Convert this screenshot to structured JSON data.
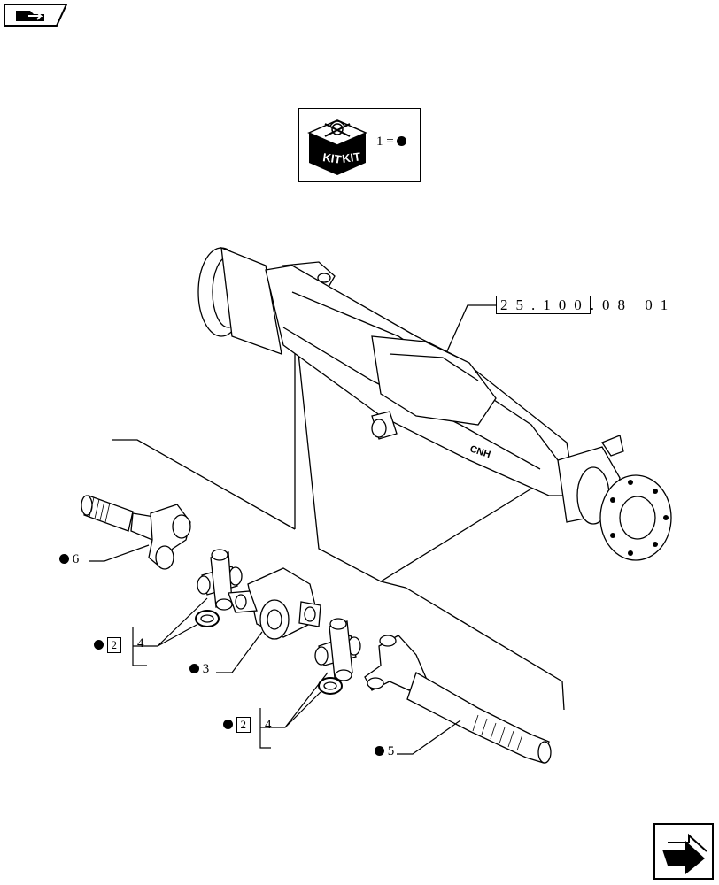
{
  "nav": {
    "prev_icon": "folder-back-icon",
    "next_icon": "next-page-arrow-icon"
  },
  "kit": {
    "box_text_left": "KIT",
    "box_text_right": "KIT",
    "number": "1",
    "equals": "="
  },
  "reference": {
    "section": "25.100",
    "suffix": ".08 01"
  },
  "callouts": {
    "item_6": "6",
    "item_2a_box": "2",
    "item_4a": "4",
    "item_3": "3",
    "item_2b_box": "2",
    "item_4b": "4",
    "item_5": "5"
  },
  "axle_logo": "CNH"
}
